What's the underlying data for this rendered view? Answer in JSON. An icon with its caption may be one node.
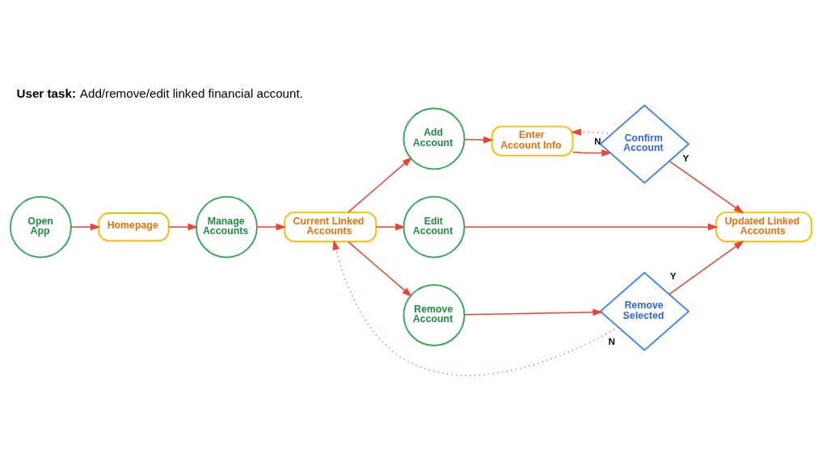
{
  "diagram": {
    "title": "**User task:** Add/remove/edit linked financial account.",
    "nodes": [
      {
        "text": [
          "Open App"
        ]
      },
      {
        "text": [
          "Homepage"
        ]
      },
      {
        "text": [
          "Manage Accounts"
        ]
      },
      {
        "text": [
          "Current Linked Accounts"
        ]
      },
      {
        "text": [
          "Add Account"
        ]
      },
      {
        "text": [
          "Enter Account Info"
        ]
      },
      {
        "text": [
          "Confirm Account"
        ]
      },
      {
        "text": [
          "Edit Account"
        ]
      },
      {
        "text": [
          "Updated Linked Accounts"
        ]
      },
      {
        "text": [
          "Remove Account"
        ]
      },
      {
        "text": [
          "Remove Selected"
        ]
      }
    ],
    "edges": [
      {
        "from": 0,
        "to": 1,
        "arrow": "to"
      },
      {
        "from": 1,
        "to": 2,
        "arrow": "to"
      },
      {
        "from": 2,
        "to": 3,
        "arrow": "to"
      },
      {
        "from": 3,
        "to": 4,
        "arrow": "to"
      },
      {
        "from": 4,
        "to": 5,
        "arrow": "to"
      },
      {
        "from": 5,
        "to": 6,
        "arrow": "to"
      },
      {
        "from": 6,
        "to": 5,
        "arrow": "to",
        "label": "N",
        "style": "dashed"
      },
      {
        "from": 6,
        "to": 8,
        "arrow": "to",
        "label": "Y"
      },
      {
        "from": 3,
        "to": 7,
        "arrow": "to"
      },
      {
        "from": 7,
        "to": 8,
        "arrow": "to"
      },
      {
        "from": 3,
        "to": 9,
        "arrow": "to"
      },
      {
        "from": 9,
        "to": 10,
        "arrow": "to"
      },
      {
        "from": 10,
        "to": 8,
        "arrow": "to",
        "label": "Y"
      },
      {
        "from": 10,
        "to": 3,
        "arrow": "to",
        "label": "N",
        "style": "dashed"
      }
    ]
  }
}
